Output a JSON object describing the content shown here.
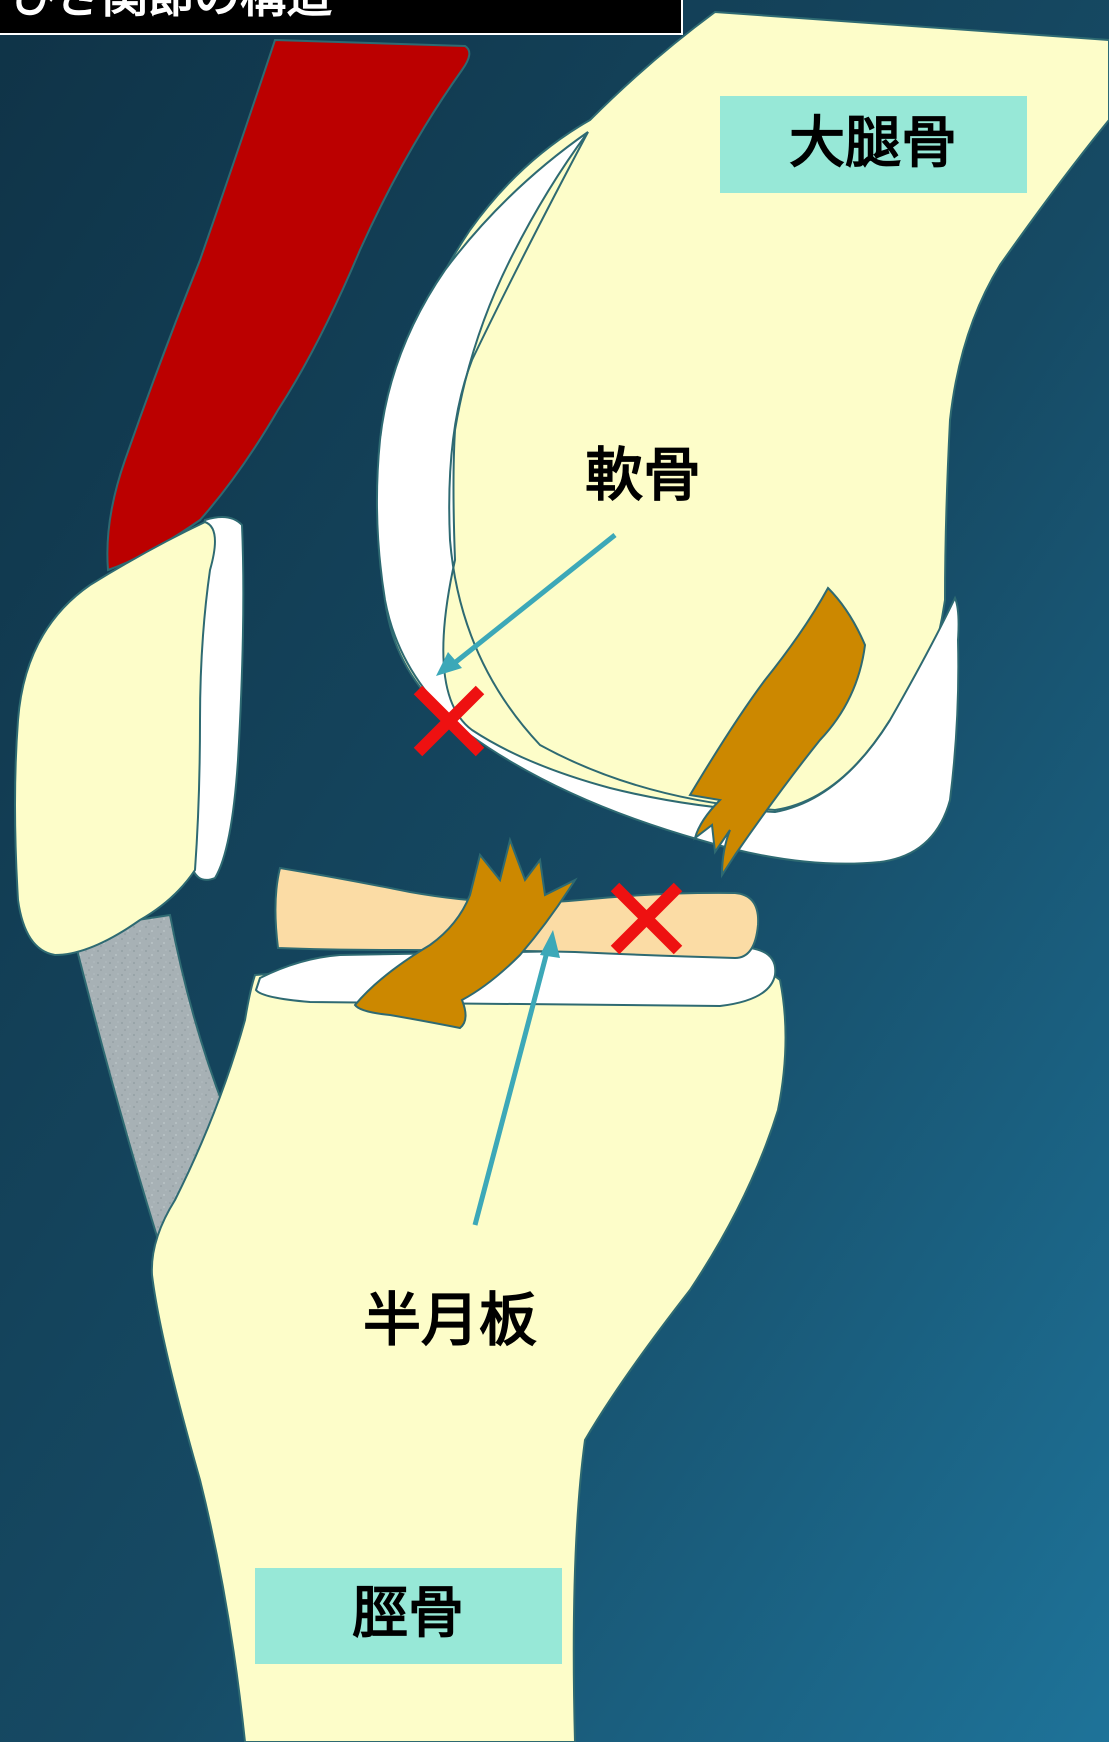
{
  "diagram": {
    "labels": {
      "femur": "大腿骨",
      "cartilage": "軟骨",
      "meniscus": "半月板",
      "tibia": "脛骨"
    },
    "header_text": "ひざ関節の構造"
  },
  "colors": {
    "background_top": "#12364c",
    "background_bottom": "#1c6a8c",
    "bone": "#fdfdc9",
    "cartilage": "#ffffff",
    "meniscus": "#fbdca5",
    "ligament": "#cc8800",
    "muscle": "#bb0000",
    "tendon": "#a8b2b6",
    "label_box": "#97e8d7",
    "arrow": "#3ca8b8",
    "cross": "#ee1111",
    "outline": "#2e6a72"
  }
}
